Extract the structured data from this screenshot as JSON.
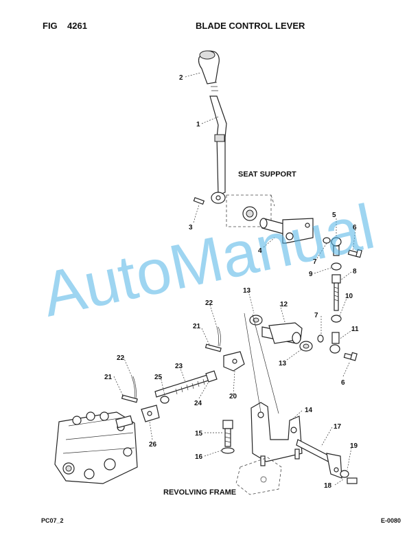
{
  "header": {
    "fig_label": "FIG",
    "fig_number": "4261",
    "title": "BLADE CONTROL LEVER"
  },
  "areas": {
    "seat_support": "SEAT SUPPORT",
    "revolving_frame": "REVOLVING FRAME"
  },
  "callouts": [
    "1",
    "2",
    "3",
    "4",
    "5",
    "6",
    "7",
    "8",
    "9",
    "10",
    "11",
    "12",
    "13",
    "14",
    "15",
    "16",
    "17",
    "18",
    "19",
    "20",
    "21",
    "22",
    "23",
    "24",
    "25",
    "26"
  ],
  "callouts_repeat": [
    "6",
    "7",
    "13",
    "21",
    "22"
  ],
  "watermark": "AutoManual",
  "footer": {
    "left": "PC07_2",
    "right": "E-0080"
  }
}
